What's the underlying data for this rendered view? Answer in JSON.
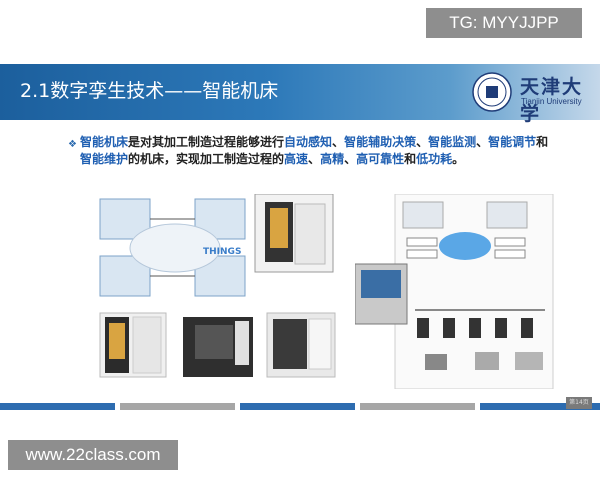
{
  "watermark": {
    "top": "TG: MYYJJPP",
    "bottom": "www.22class.com"
  },
  "slide": {
    "title": "2.1数字孪生技术——智能机床",
    "university_cn": "天津大学",
    "university_en": "Tianjin University",
    "bullet": {
      "parts": [
        {
          "text": "智能机床",
          "hl": true
        },
        {
          "text": "是对其加工制造过程能够进行",
          "hl": false
        },
        {
          "text": "自动感知",
          "hl": true
        },
        {
          "text": "、",
          "hl": false
        },
        {
          "text": "智能辅助决策",
          "hl": true
        },
        {
          "text": "、",
          "hl": false
        },
        {
          "text": "智能监测",
          "hl": true
        },
        {
          "text": "、",
          "hl": false
        },
        {
          "text": "智能调节",
          "hl": true
        },
        {
          "text": "和",
          "hl": false
        },
        {
          "text": "智能维护",
          "hl": true
        },
        {
          "text": "的机床，实现加工制造过程的",
          "hl": false
        },
        {
          "text": "高速",
          "hl": true
        },
        {
          "text": "、",
          "hl": false
        },
        {
          "text": "高精",
          "hl": true
        },
        {
          "text": "、",
          "hl": false
        },
        {
          "text": "高可靠性",
          "hl": true
        },
        {
          "text": "和",
          "hl": false
        },
        {
          "text": "低功耗",
          "hl": true
        },
        {
          "text": "。",
          "hl": false
        }
      ]
    },
    "diagram_left": {
      "cloud_text": "THINGS"
    },
    "page_number": "第14页"
  },
  "colors": {
    "title_bar": "#1c5f9d",
    "highlight": "#1f5fb2",
    "watermark_bg": "#8e8e8e"
  }
}
